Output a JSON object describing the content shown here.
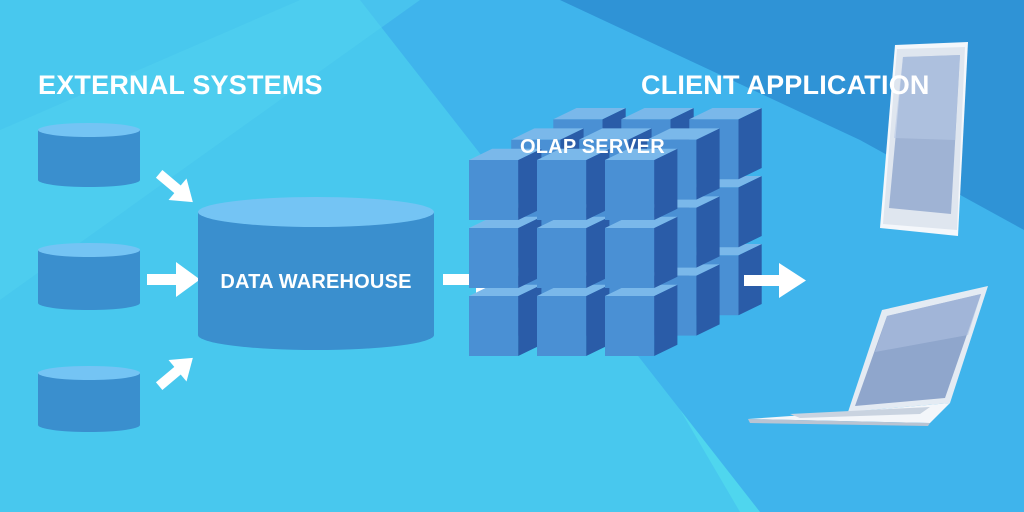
{
  "labels": {
    "external_systems": "EXTERNAL SYSTEMS",
    "data_warehouse": "DATA WAREHOUSE",
    "olap_server": "OLAP SERVER",
    "client_application": "CLIENT APPLICATION"
  },
  "colors": {
    "background_light": "#4fd6ee",
    "background_mid": "#3fb4ec",
    "background_dark": "#2f93d6",
    "cylinder_body": "#3a8fce",
    "cylinder_top": "#74c4f4",
    "cube_top": "#7ab8ea",
    "cube_left": "#4a90d4",
    "cube_right": "#2a5ca8",
    "arrow": "#ffffff"
  },
  "icons": [
    "database-icon",
    "data-warehouse-icon",
    "olap-cube-icon",
    "tablet-icon",
    "laptop-icon",
    "arrow-right-icon"
  ]
}
